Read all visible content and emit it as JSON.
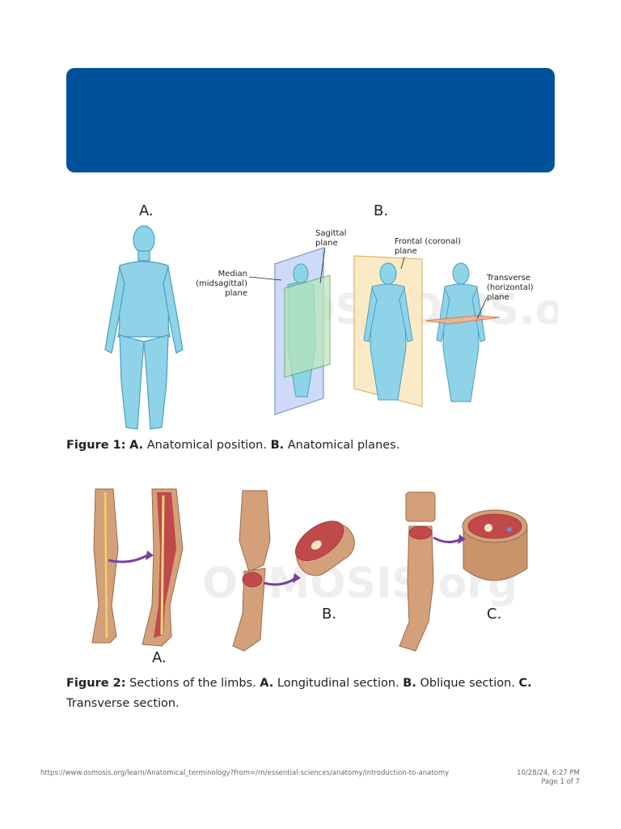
{
  "header": {
    "color": "#00519b"
  },
  "figure1": {
    "label_a": "A.",
    "label_b": "B.",
    "sagittal_label": [
      "Sagittal",
      "plane"
    ],
    "frontal_label": [
      "Frontal (coronal)",
      "plane"
    ],
    "median_label": [
      "Median",
      "(midsagittal)",
      "plane"
    ],
    "transverse_label": [
      "Transverse",
      "(horizontal)",
      "plane"
    ],
    "watermark": "OSMOSIS.org",
    "caption": {
      "prefix": "Figure 1:",
      "a_bold": "A.",
      "a_text": " Anatomical position. ",
      "b_bold": "B.",
      "b_text": " Anatomical planes."
    }
  },
  "figure2": {
    "label_a": "A.",
    "label_b": "B.",
    "label_c": "C.",
    "watermark": "OSMOSIS.org",
    "caption": {
      "prefix": "Figure 2:",
      "intro": " Sections of the limbs. ",
      "a_bold": "A.",
      "a_text": " Longitudinal section. ",
      "b_bold": "B.",
      "b_text": " Oblique section. ",
      "c_bold": "C.",
      "c_text": " Transverse section."
    }
  },
  "footer": {
    "url": "https://www.osmosis.org/learn/Anatomical_terminology?from=/rn/essential-sciences/anatomy/introduction-to-anatomy",
    "datetime": "10/28/24, 6:27 PM",
    "page": "Page 1 of 7"
  }
}
